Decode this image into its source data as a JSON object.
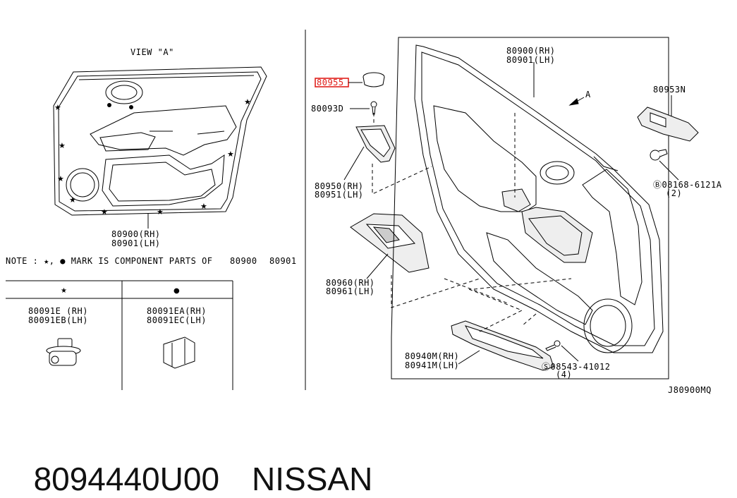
{
  "view_label": "VIEW \"A\"",
  "left_door": {
    "rh": "80900(RH)",
    "lh": "80901(LH)"
  },
  "note": {
    "text": "NOTE : ★, ● MARK IS COMPONENT PARTS OF",
    "part_a": "80900",
    "part_b": "80901"
  },
  "legend_table": {
    "headers": [
      "★",
      "●"
    ],
    "cells": [
      {
        "rh": "80091E (RH)",
        "lh": "80091EB(LH)"
      },
      {
        "rh": "80091EA(RH)",
        "lh": "80091EC(LH)"
      }
    ]
  },
  "callouts": {
    "p80955": "80955",
    "p80093d": "80093D",
    "p80950": {
      "rh": "80950(RH)",
      "lh": "80951(LH)"
    },
    "p80960": {
      "rh": "80960(RH)",
      "lh": "80961(LH)"
    },
    "p80900": {
      "rh": "80900(RH)",
      "lh": "80901(LH)"
    },
    "arrow_a": "A",
    "p80953n": "80953N",
    "p08168": {
      "code": "Ⓑ08168-6121A",
      "qty": "(2)"
    },
    "p80940": {
      "rh": "80940M(RH)",
      "lh": "80941M(LH)"
    },
    "p08543": {
      "code": "Ⓢ08543-41012",
      "qty": "(4)"
    }
  },
  "diagram_code": "J80900MQ",
  "footer": {
    "part_number": "8094440U00",
    "brand": "NISSAN"
  },
  "highlight_color": "#e0201c"
}
